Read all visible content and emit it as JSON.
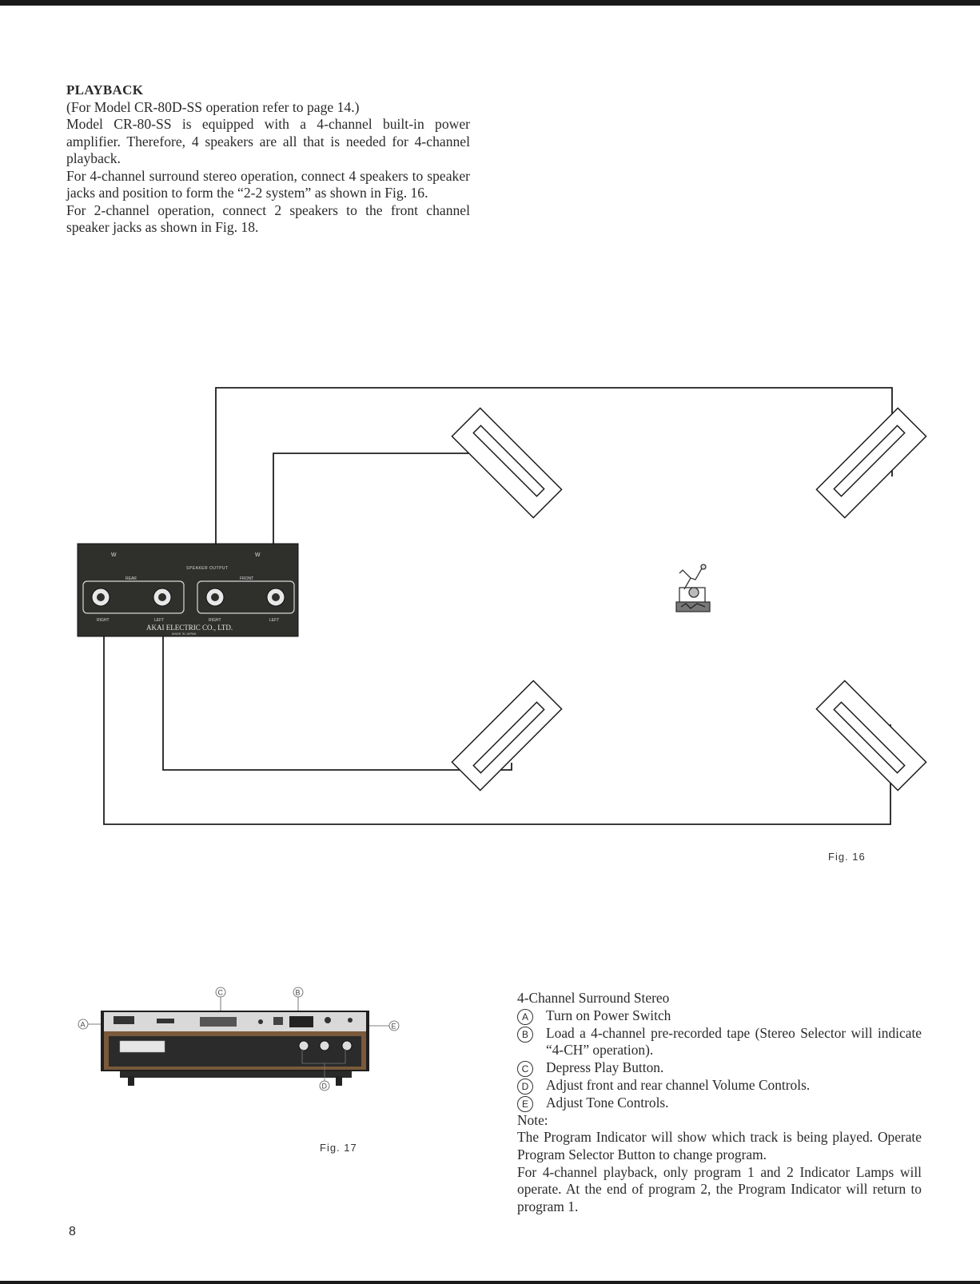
{
  "playback": {
    "heading": "PLAYBACK",
    "paragraphs": [
      "(For Model CR-80D-SS operation refer to page 14.)",
      "Model CR-80-SS is equipped with a 4-channel built-in power amplifier. Therefore, 4 speakers are all that is needed for 4-channel playback.",
      "For 4-channel surround stereo operation, connect 4 speakers to speaker jacks and position to form the “2-2 system” as shown in Fig. 16.",
      "For 2-channel operation, connect 2 speakers to the front channel speaker jacks as shown in Fig. 18."
    ]
  },
  "fig16": {
    "caption": "Fig. 16",
    "panel": {
      "group_label": "SPEAKER OUTPUT",
      "rear_label": "REAR",
      "front_label": "FRONT",
      "jack_labels": [
        "RIGHT",
        "LEFT",
        "RIGHT",
        "LEFT"
      ],
      "maker": "AKAI ELECTRIC CO., LTD.",
      "made_in": "MADE IN JAPAN"
    }
  },
  "fig17": {
    "caption": "Fig. 17",
    "callouts": {
      "a": "A",
      "b": "B",
      "c": "C",
      "d": "D",
      "e": "E"
    }
  },
  "surround": {
    "title": "4-Channel Surround Stereo",
    "steps": [
      {
        "mark": "A",
        "text": "Turn on Power Switch"
      },
      {
        "mark": "B",
        "text": "Load a 4-channel pre-recorded tape (Stereo Selector will indicate “4-CH” operation)."
      },
      {
        "mark": "C",
        "text": "Depress Play Button."
      },
      {
        "mark": "D",
        "text": "Adjust front and rear channel Volume Controls."
      },
      {
        "mark": "E",
        "text": "Adjust Tone Controls."
      }
    ],
    "note_heading": "Note:",
    "note_paragraphs": [
      "The Program Indicator will show which track is being played. Operate Program Selector Button to change program.",
      "For 4-channel playback, only program 1 and 2 Indicator Lamps will operate. At the end of program 2, the Program Indicator will return to program 1."
    ]
  },
  "page_number": "8",
  "colors": {
    "ink": "#2a2a2a",
    "panel": "#2f302c",
    "line": "#1e1e1e"
  }
}
